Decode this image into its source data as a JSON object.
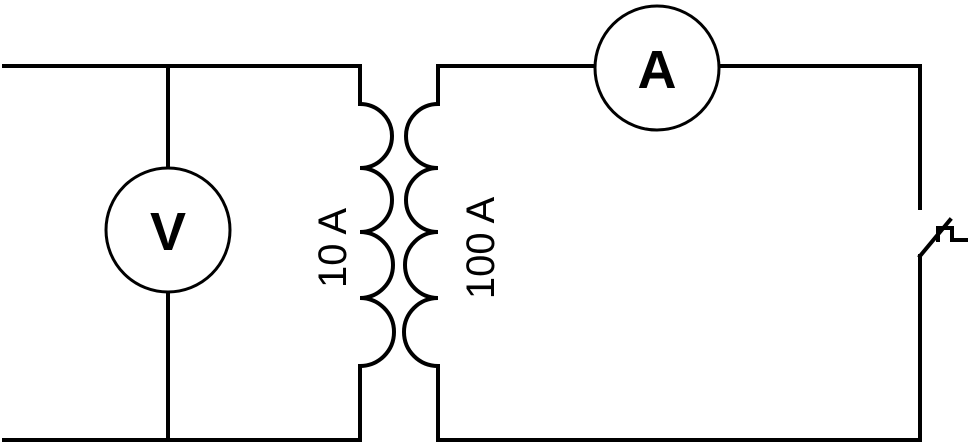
{
  "voltmeter": {
    "symbol": "V"
  },
  "ammeter": {
    "symbol": "A"
  },
  "primary_winding": {
    "rating": "10 A"
  },
  "secondary_winding": {
    "rating": "100 A"
  }
}
